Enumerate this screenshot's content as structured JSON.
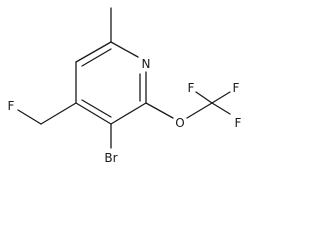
{
  "structure": {
    "atom_labels": {
      "ring_nitrogen": "N",
      "ether_oxygen": "O",
      "bromine": "Br",
      "fluoromethyl_fluorine": "F",
      "cf3_fluorine_top_left": "F",
      "cf3_fluorine_top_right": "F",
      "cf3_fluorine_right": "F"
    },
    "groups": [
      "methyl",
      "pyridine ring",
      "trifluoromethoxy",
      "bromo",
      "fluoromethyl"
    ],
    "colors": {
      "bond": "#1a1a1a",
      "label": "#1a1a1a",
      "background": "#ffffff"
    }
  }
}
